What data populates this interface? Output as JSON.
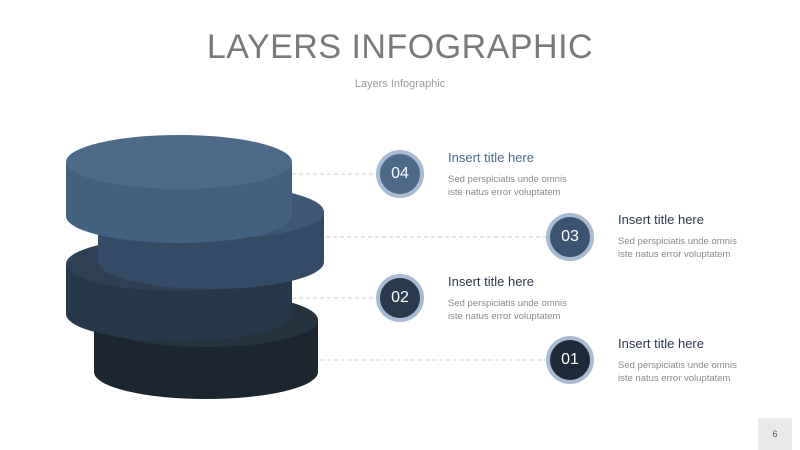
{
  "slide": {
    "title": "LAYERS INFOGRAPHIC",
    "subtitle": "Layers Infographic",
    "page_number": "6"
  },
  "layers": [
    {
      "number": "04",
      "title": "Insert title here",
      "text_line1": "Sed perspiciatis unde omnis",
      "text_line2": "iste natus error voluptatem",
      "color": "#4d6a8b"
    },
    {
      "number": "03",
      "title": "Insert title here",
      "text_line1": "Sed perspiciatis unde omnis",
      "text_line2": "iste natus error voluptatem",
      "color": "#3b5471"
    },
    {
      "number": "02",
      "title": "Insert title here",
      "text_line1": "Sed perspiciatis unde omnis",
      "text_line2": "iste natus error voluptatem",
      "color": "#2b3b4f"
    },
    {
      "number": "01",
      "title": "Insert title here",
      "text_line1": "Sed perspiciatis unde omnis",
      "text_line2": "iste natus error voluptatem",
      "color": "#1e2a37"
    }
  ]
}
